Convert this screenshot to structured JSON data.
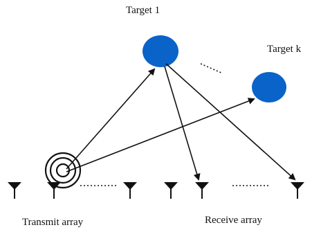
{
  "diagram": {
    "target_labels": {
      "first": "Target 1",
      "last": "Target k"
    },
    "array_labels": {
      "transmit": "Transmit array",
      "receive": "Receive array"
    },
    "colors": {
      "target": "#0a63c9",
      "line": "#111111",
      "background": "#ffffff"
    }
  }
}
